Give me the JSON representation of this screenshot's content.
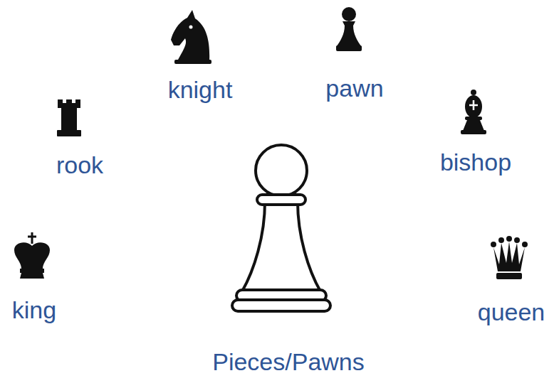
{
  "diagram": {
    "labels": [
      "knight",
      "pawn",
      "rook",
      "bishop",
      "king",
      "queen",
      "Pieces/Pawns"
    ]
  }
}
